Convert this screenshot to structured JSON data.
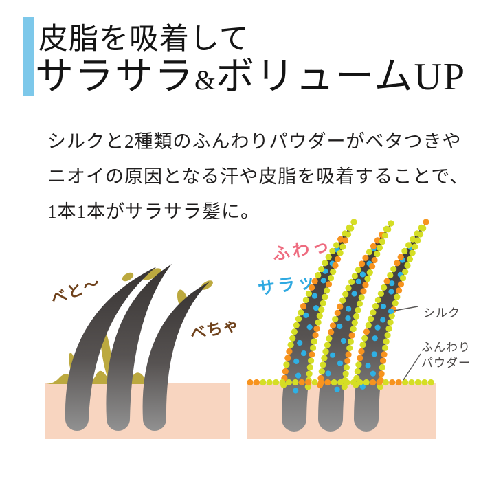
{
  "header": {
    "accent_color": "#7dc8ea",
    "title_line1": "皮脂を吸着して",
    "title_line2_prefix": "サラサラ",
    "title_ampersand": "&",
    "title_line2_suffix": "ボリュームUP"
  },
  "description": {
    "lines": [
      "シルクと2種類のふんわりパウダーがベタつきや",
      "ニオイの原因となる汗や皮脂を吸着することで、",
      "1本1本がサラサラ髪に。"
    ]
  },
  "illustrations": {
    "colors": {
      "skin": "#f8d5c0",
      "sebum": "#bca93f",
      "hair_tip": "#373332",
      "hair_mid": "#575352",
      "hair_root": "#919191",
      "leader_line": "#595757"
    }
  },
  "before_diagram": {
    "label_beto": "べと〜",
    "label_becha": "べちゃ",
    "label_color": "#6f421c"
  },
  "after_diagram": {
    "label_fuwa": "ふわっ",
    "label_sara": "サラッ",
    "fuwa_color": "#ee6c80",
    "sara_color": "#2fa9e1",
    "annotation_silk": "シルク",
    "annotation_powder_line1": "ふんわり",
    "annotation_powder_line2": "パウダー",
    "powder_orange": "#f7931e",
    "powder_yellow": "#d5de25",
    "silk_blue": "#2fb0e4"
  }
}
